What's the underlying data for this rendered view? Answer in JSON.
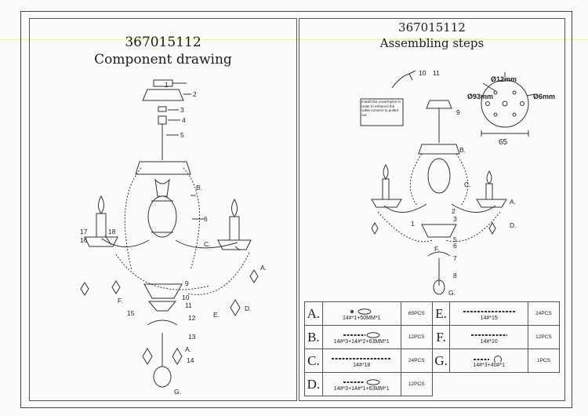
{
  "left": {
    "code": "367015112",
    "title": "Component drawing",
    "labels": {
      "n1": "1",
      "n2": "2",
      "n3": "3",
      "n4": "4",
      "n5": "5",
      "n6": "6",
      "n9": "9",
      "n10": "10",
      "n11": "11",
      "n12": "12",
      "n13": "13",
      "n14": "14",
      "n15": "15",
      "n16": "16",
      "n17": "17",
      "n18": "18",
      "lA1": "A.",
      "lA2": "A.",
      "lB": "B.",
      "lC": "C.",
      "lD": "D.",
      "lE": "E.",
      "lF": "F.",
      "lG": "G."
    }
  },
  "right": {
    "code": "367015112",
    "title": "Assembling steps",
    "note": "Install this cover/nylon in order to enhance the cable connect to pulled out",
    "canopy": {
      "d_hole": "Ø12mm",
      "d_plate": "Ø93mm",
      "d_screw": "Ø6mm",
      "spacing": "65"
    },
    "labels": {
      "n1": "1",
      "n2": "2",
      "n3": "3",
      "n5": "5",
      "n6": "6",
      "n7": "7",
      "n8": "8",
      "n9": "9",
      "n10": "10",
      "n11": "11",
      "lA": "A.",
      "lB": "B.",
      "lC": "C.",
      "lD": "D.",
      "lF": "F.",
      "lG": "G."
    }
  },
  "parts": [
    {
      "left": {
        "letter": "A.",
        "spec": "14#*1+50MM*1",
        "qty": "65PCS"
      },
      "right": {
        "letter": "E.",
        "spec": "14#*15",
        "qty": "24PCS"
      }
    },
    {
      "left": {
        "letter": "B.",
        "spec": "14#*3+14#*2+63MM*1",
        "qty": "12PCS"
      },
      "right": {
        "letter": "F.",
        "spec": "14#*10",
        "qty": "12PCS"
      }
    },
    {
      "left": {
        "letter": "C.",
        "spec": "14#*18",
        "qty": "24PCS"
      },
      "right": {
        "letter": "G.",
        "spec": "14#*3+40#*1",
        "qty": "1PCS"
      }
    },
    {
      "left": {
        "letter": "D.",
        "spec": "14#*3+14#*1+63MM*1",
        "qty": "12PCS"
      },
      "right": {
        "letter": "",
        "spec": "",
        "qty": ""
      }
    }
  ]
}
